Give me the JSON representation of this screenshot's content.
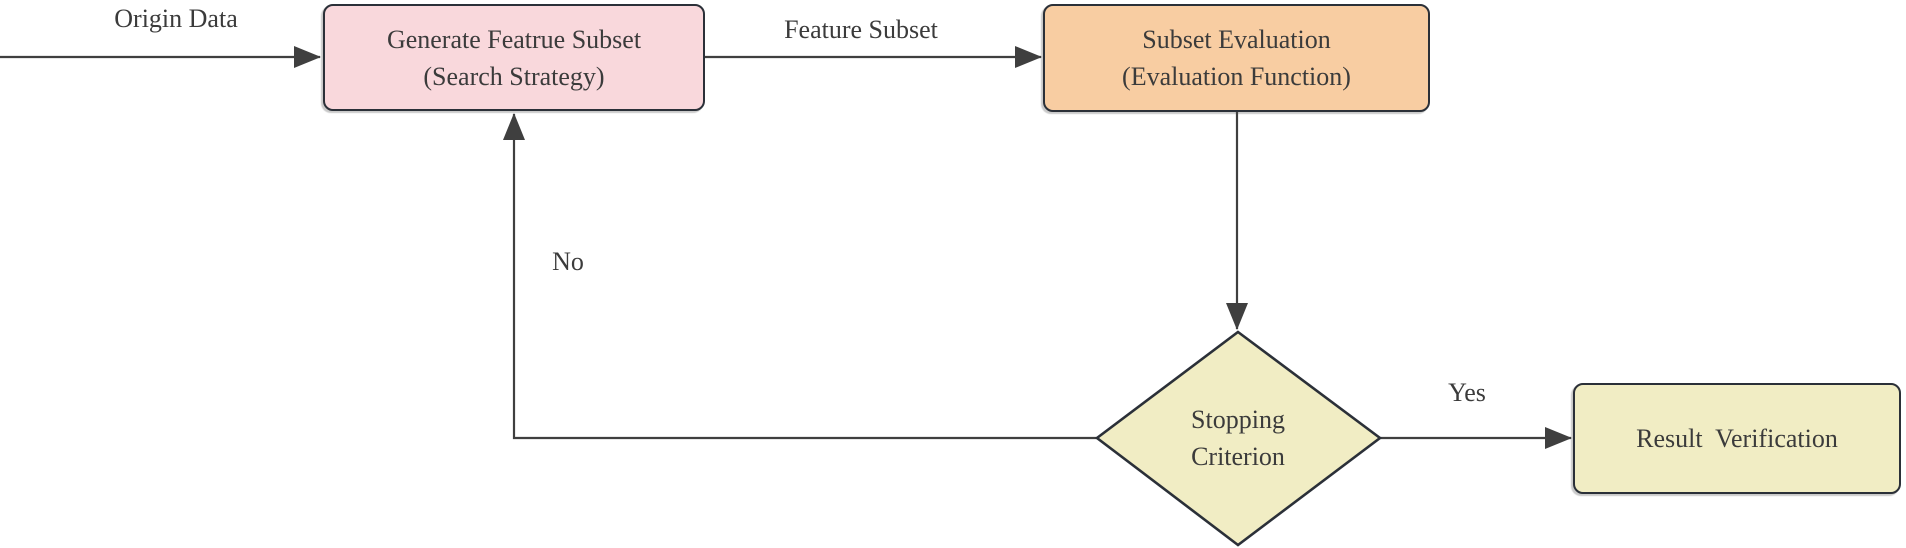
{
  "diagram": {
    "title": "feature-selection-flowchart",
    "nodes": {
      "generate": {
        "line1": "Generate Featrue Subset",
        "line2": "(Search Strategy)"
      },
      "evaluation": {
        "line1": "Subset Evaluation",
        "line2": "(Evaluation Function)"
      },
      "stopping": {
        "line1": "Stopping",
        "line2": "Criterion"
      },
      "result": {
        "label": "Result  Verification"
      }
    },
    "edge_labels": {
      "origin": "Origin Data",
      "feature_subset": "Feature Subset",
      "yes": "Yes",
      "no": "No"
    },
    "colors": {
      "generate_fill": "#f9d8dc",
      "evaluation_fill": "#f8cda2",
      "stopping_fill": "#f1edc4",
      "result_fill": "#f1edc4",
      "node_border": "#2b3038",
      "line": "#3f3f3f",
      "text": "#3b3b3b"
    }
  }
}
